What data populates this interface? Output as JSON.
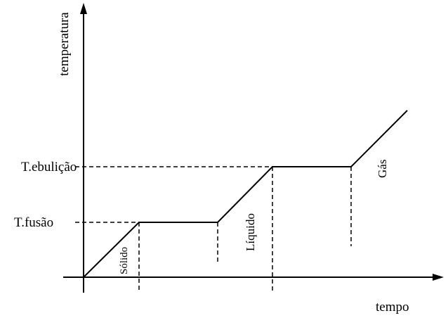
{
  "axes": {
    "y_label": "temperatura",
    "x_label": "tempo"
  },
  "levels": {
    "boiling_label": "T.ebulição",
    "melting_label": "T.fusão"
  },
  "phases": {
    "solid": "Sólido",
    "liquid": "Líquido",
    "gas": "Gás"
  }
}
